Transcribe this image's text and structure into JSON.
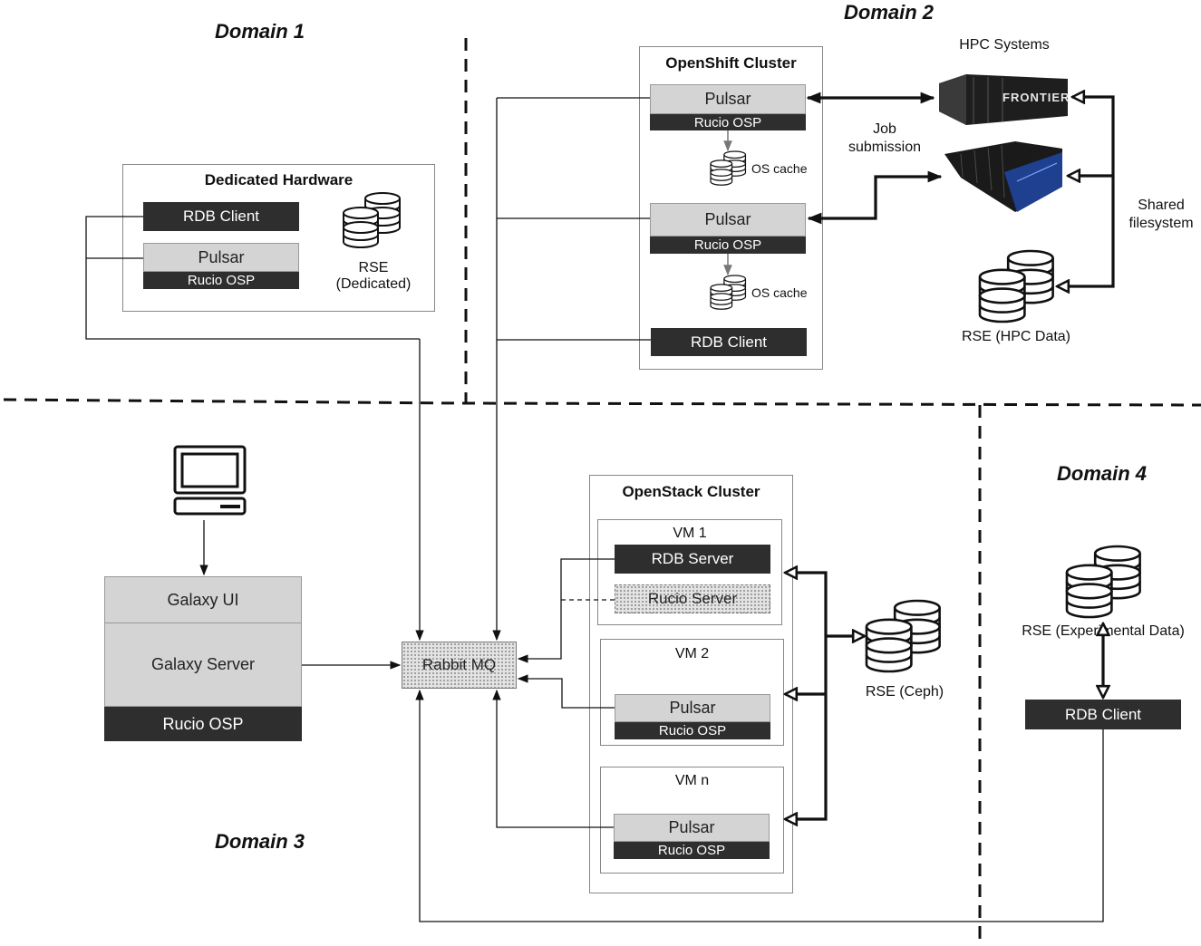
{
  "domains": {
    "d1": "Domain 1",
    "d2": "Domain 2",
    "d3": "Domain 3",
    "d4": "Domain 4"
  },
  "dedicated": {
    "title": "Dedicated Hardware",
    "rdb_client": "RDB Client",
    "pulsar": "Pulsar",
    "rucio_osp": "Rucio OSP",
    "rse_line1": "RSE",
    "rse_line2": "(Dedicated)"
  },
  "openshift": {
    "title": "OpenShift Cluster",
    "pulsar1": "Pulsar",
    "rucio_osp1": "Rucio OSP",
    "cache1": "OS cache",
    "pulsar2": "Pulsar",
    "rucio_osp2": "Rucio OSP",
    "cache2": "OS cache",
    "rdb_client": "RDB Client"
  },
  "hpc": {
    "title": "HPC Systems",
    "job_line1": "Job",
    "job_line2": "submission",
    "shared_line1": "Shared",
    "shared_line2": "filesystem",
    "rse": "RSE (HPC Data)",
    "frontier_logo_text": "FRONTIER"
  },
  "galaxy": {
    "ui": "Galaxy UI",
    "server": "Galaxy Server",
    "rucio_osp": "Rucio OSP"
  },
  "rabbit": {
    "label": "Rabbit MQ"
  },
  "openstack": {
    "title": "OpenStack Cluster",
    "vm1": "VM 1",
    "rdb_server": "RDB Server",
    "rucio_server": "Rucio Server",
    "vm2": "VM 2",
    "pulsar2": "Pulsar",
    "rucio_osp2": "Rucio OSP",
    "vmn": "VM n",
    "pulsarn": "Pulsar",
    "rucio_ospn": "Rucio OSP",
    "rse_ceph": "RSE (Ceph)"
  },
  "domain4": {
    "rse": "RSE (Experimental Data)",
    "rdb_client": "RDB Client"
  },
  "icons": {
    "db": "database-icon",
    "computer": "computer-monitor-icon",
    "supercomputer": "supercomputer-icon"
  }
}
